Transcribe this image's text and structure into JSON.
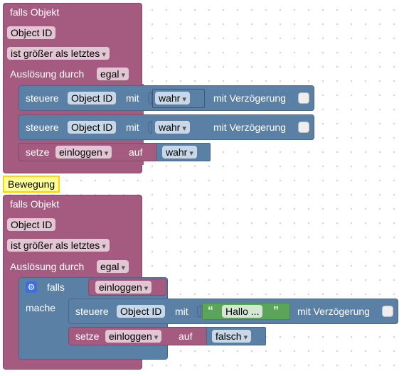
{
  "block1": {
    "header": "falls Objekt",
    "object_id": "Object ID",
    "condition": "ist größer als letztes",
    "trigger_label": "Auslösung durch",
    "trigger_value": "egal",
    "control1": {
      "label": "steuere",
      "target": "Object ID",
      "with": "mit",
      "value": "wahr",
      "delay": "mit Verzögerung"
    },
    "control2": {
      "label": "steuere",
      "target": "Object ID",
      "with": "mit",
      "value": "wahr",
      "delay": "mit Verzögerung"
    },
    "set": {
      "label": "setze",
      "variable": "einloggen",
      "to": "auf",
      "value": "wahr"
    }
  },
  "comment": "Bewegung",
  "block2": {
    "header": "falls Objekt",
    "object_id": "Object ID",
    "condition": "ist größer als letztes",
    "trigger_label": "Auslösung durch",
    "trigger_value": "egal",
    "if_label": "falls",
    "if_variable": "einloggen",
    "do_label": "mache",
    "control": {
      "label": "steuere",
      "target": "Object ID",
      "with": "mit",
      "open_quote": "“",
      "text_value": "Hallo ...",
      "close_quote": "”",
      "delay": "mit Verzögerung"
    },
    "set": {
      "label": "setze",
      "variable": "einloggen",
      "to": "auf",
      "value": "falsch"
    }
  },
  "colors": {
    "event_block": "#a55b80",
    "action_block": "#5b80a5",
    "text_block": "#5ba55b",
    "comment_bg": "#ffff99",
    "comment_border": "#ffd400",
    "gear": "#3b6fe0"
  },
  "icons": [
    "gear-icon",
    "dropdown-arrow-icon",
    "checkbox-icon"
  ]
}
